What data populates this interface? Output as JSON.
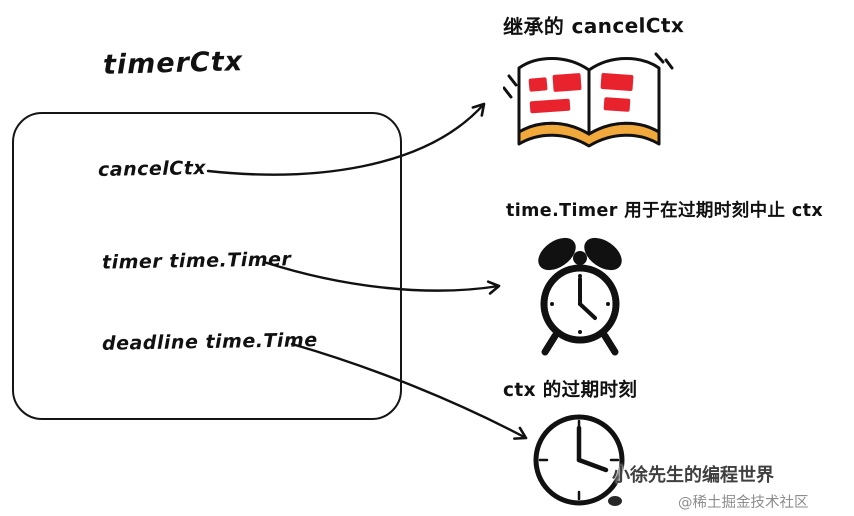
{
  "diagram": {
    "title": "timerCtx",
    "fields": [
      {
        "label": "cancelCtx"
      },
      {
        "label": "timer time.Timer"
      },
      {
        "label": "deadline time.Time"
      }
    ],
    "annotations": [
      {
        "label": "继承的 cancelCtx",
        "icon": "open-book-icon"
      },
      {
        "label": "time.Timer 用于在过期时刻中止 ctx",
        "icon": "alarm-clock-icon"
      },
      {
        "label": "ctx 的过期时刻",
        "icon": "clock-icon"
      }
    ],
    "watermark": {
      "line1": "小徐先生的编程世界",
      "line2": "@稀土掘金技术社区"
    },
    "colors": {
      "ink": "#111111",
      "book_highlight_red": "#e8232e",
      "book_edge_orange": "#f2a93b"
    }
  }
}
